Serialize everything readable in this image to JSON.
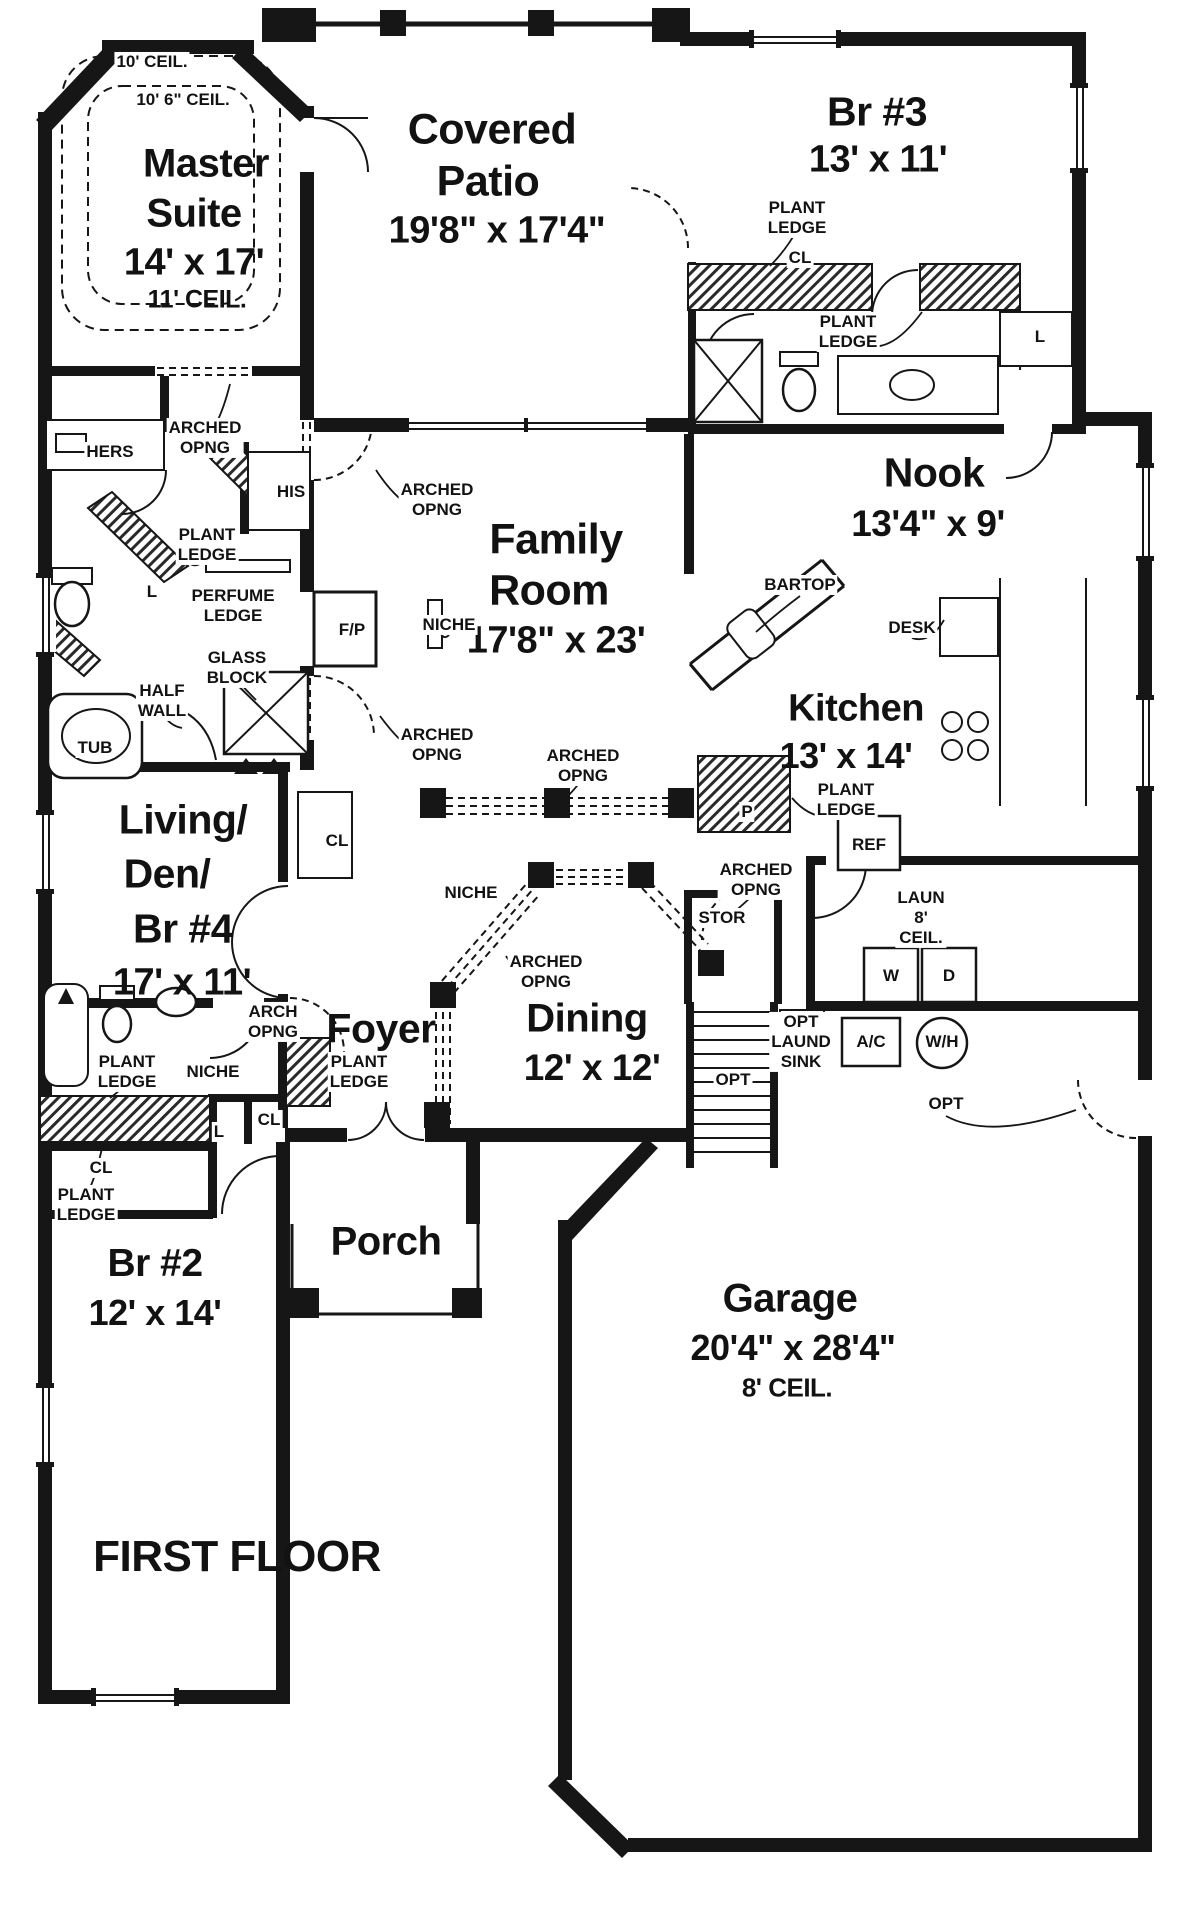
{
  "title": "FIRST FLOOR",
  "rooms": {
    "master_suite": {
      "line1": "Master",
      "line2": "Suite",
      "dims": "14' x 17'",
      "ceil": "11' CEIL."
    },
    "covered_patio": {
      "line1": "Covered",
      "line2": "Patio",
      "dims": "19'8\" x 17'4\""
    },
    "br3": {
      "name": "Br #3",
      "dims": "13' x 11'"
    },
    "nook": {
      "name": "Nook",
      "dims": "13'4\" x 9'"
    },
    "family_room": {
      "line1": "Family",
      "line2": "Room",
      "dims": "17'8\" x 23'"
    },
    "kitchen": {
      "name": "Kitchen",
      "dims": "13' x 14'"
    },
    "living_den_br4": {
      "line1": "Living/",
      "line2": "Den/",
      "line3": "Br #4",
      "dims": "17' x 11'"
    },
    "foyer": {
      "name": "Foyer"
    },
    "dining": {
      "name": "Dining",
      "dims": "12' x 12'"
    },
    "porch": {
      "name": "Porch"
    },
    "br2": {
      "name": "Br #2",
      "dims": "12' x 14'"
    },
    "garage": {
      "name": "Garage",
      "dims": "20'4\" x 28'4\"",
      "ceil": "8' CEIL."
    }
  },
  "annotations": {
    "ceil_10": "10' CEIL.",
    "ceil_10_6": "10' 6\" CEIL.",
    "plant_ledge": "PLANT\nLEDGE",
    "arched_opng": "ARCHED\nOPNG",
    "arch_opng": "ARCH\nOPNG",
    "cl": "CL",
    "l": "L",
    "hers": "HERS",
    "his": "HIS",
    "perfume_ledge": "PERFUME\nLEDGE",
    "fp": "F/P",
    "niche": "NICHE",
    "glass_block": "GLASS\nBLOCK",
    "half_wall": "HALF\nWALL",
    "tub": "TUB",
    "bartop": "BARTOP",
    "desk": "DESK",
    "p": "P",
    "ref": "REF",
    "stor": "STOR",
    "laun": "LAUN\n8'\nCEIL.",
    "w": "W",
    "d": "D",
    "ac": "A/C",
    "wh": "W/H",
    "opt_laund_sink": "OPT\nLAUND\nSINK",
    "opt": "OPT"
  }
}
